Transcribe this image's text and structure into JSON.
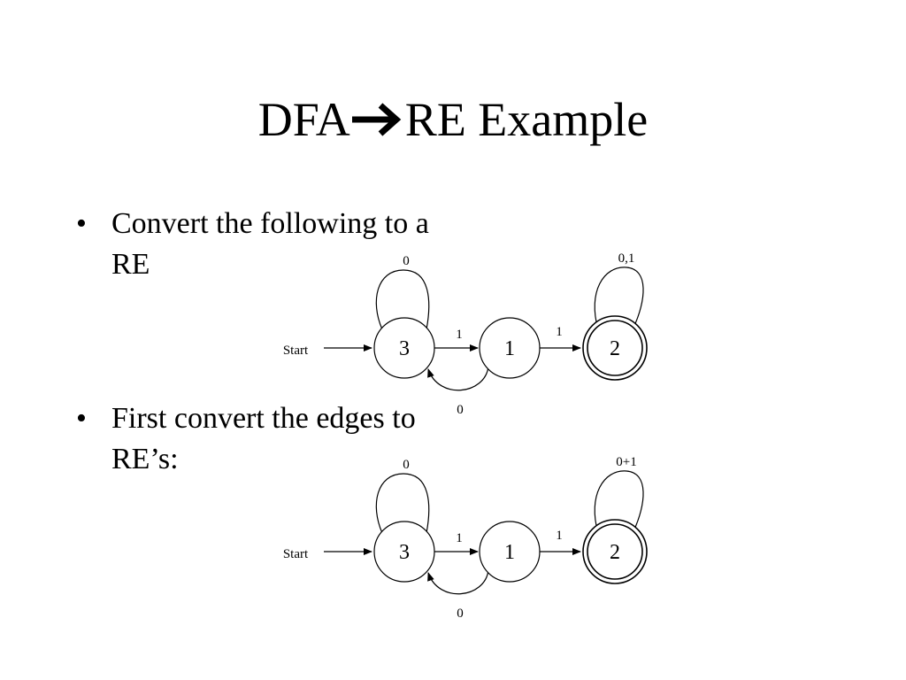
{
  "slide": {
    "title_left": "DFA",
    "title_right": "RE Example",
    "title_arrow_icon": "right-arrow-icon"
  },
  "bullets": [
    {
      "marker": "•",
      "text": "Convert the following to a RE"
    },
    {
      "marker": "•",
      "text": "First convert the edges to RE’s:"
    }
  ],
  "diagrams": [
    {
      "start_label": "Start",
      "states": [
        "3",
        "1",
        "2"
      ],
      "accepting_state": "2",
      "loop_3": "0",
      "edge_3_1": "1",
      "edge_1_3": "0",
      "edge_1_2": "1",
      "loop_2": "0,1"
    },
    {
      "start_label": "Start",
      "states": [
        "3",
        "1",
        "2"
      ],
      "accepting_state": "2",
      "loop_3": "0",
      "edge_3_1": "1",
      "edge_1_3": "0",
      "edge_1_2": "1",
      "loop_2": "0+1"
    }
  ]
}
